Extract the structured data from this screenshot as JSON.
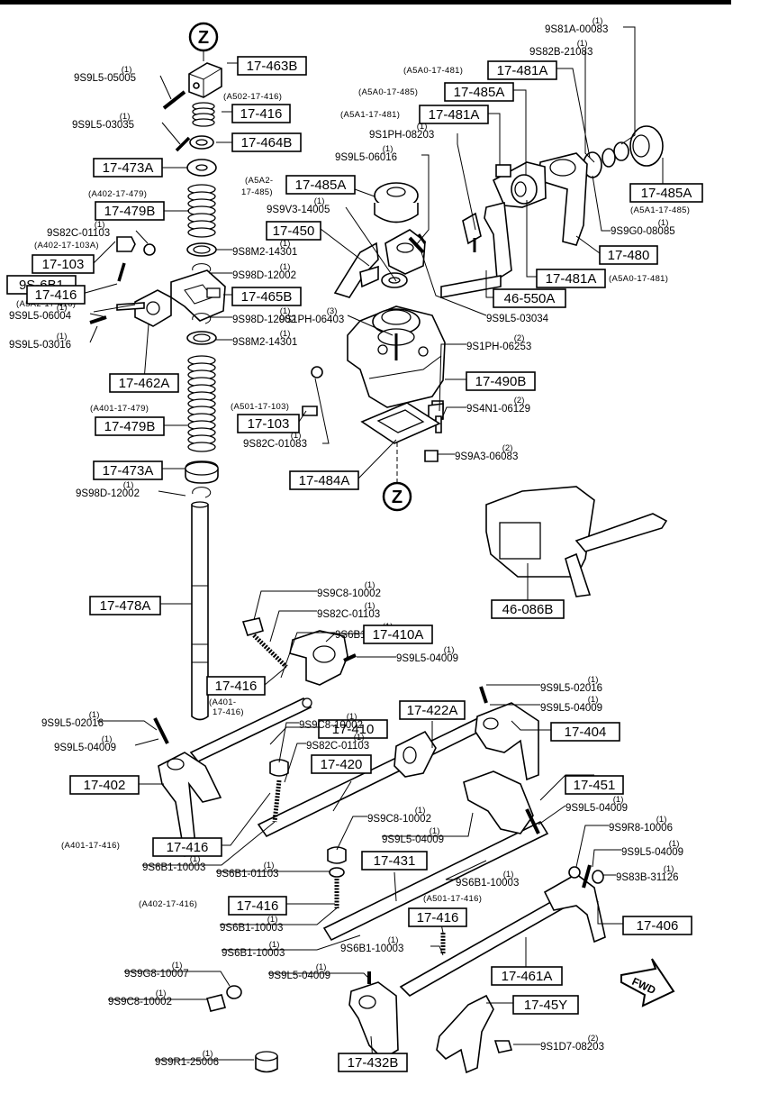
{
  "diagram": {
    "z_marker": "Z",
    "fwd_arrow": "FWD",
    "parts": [
      {
        "id": "p-9s9l5-05005",
        "text": "9S9L5-05005",
        "qty": "(1)"
      },
      {
        "id": "p-17-463b",
        "text": "17-463B"
      },
      {
        "id": "p-a502-17-416",
        "text": "(A502-17-416)"
      },
      {
        "id": "p-17-416-a",
        "text": "17-416"
      },
      {
        "id": "p-9s9l5-03035",
        "text": "9S9L5-03035",
        "qty": "(1)"
      },
      {
        "id": "p-17-464b",
        "text": "17-464B"
      },
      {
        "id": "p-17-473a-a",
        "text": "17-473A"
      },
      {
        "id": "p-a402-17-479",
        "text": "(A402-17-479)"
      },
      {
        "id": "p-17-479b-a",
        "text": "17-479B"
      },
      {
        "id": "p-9s82c-01103-a",
        "text": "9S82C-01103",
        "qty": "(1)"
      },
      {
        "id": "p-a402-17-103a",
        "text": "(A402-17-103A)"
      },
      {
        "id": "p-17-103-a",
        "text": "17-103"
      },
      {
        "id": "p-9s8m2-14301-a",
        "text": "9S8M2-14301",
        "qty": "(1)"
      },
      {
        "id": "p-9s98d-12002-a",
        "text": "9S98D-12002",
        "qty": "(1)"
      },
      {
        "id": "p-9s-6b1",
        "text": "9S-6B1"
      },
      {
        "id": "p-17-465b",
        "text": "17-465B"
      },
      {
        "id": "p-a5a2-17-416",
        "text": "(A5A2-17-416)"
      },
      {
        "id": "p-17-416-b",
        "text": "17-416"
      },
      {
        "id": "p-9s9l5-06004",
        "text": "9S9L5-06004",
        "qty": "(1)"
      },
      {
        "id": "p-9s98d-12002-b",
        "text": "9S98D-12002",
        "qty": "(1)"
      },
      {
        "id": "p-9s9l5-03016",
        "text": "9S9L5-03016",
        "qty": "(1)"
      },
      {
        "id": "p-9s8m2-14301-b",
        "text": "9S8M2-14301",
        "qty": "(1)"
      },
      {
        "id": "p-17-462a",
        "text": "17-462A"
      },
      {
        "id": "p-a401-17-479",
        "text": "(A401-17-479)"
      },
      {
        "id": "p-17-479b-b",
        "text": "17-479B"
      },
      {
        "id": "p-17-473a-b",
        "text": "17-473A"
      },
      {
        "id": "p-9s98d-12002-c",
        "text": "9S98D-12002",
        "qty": "(1)"
      },
      {
        "id": "p-17-478a",
        "text": "17-478A"
      },
      {
        "id": "p-9s81a-00083",
        "text": "9S81A-00083",
        "qty": "(1)"
      },
      {
        "id": "p-9s82b-21083",
        "text": "9S82B-21083",
        "qty": "(1)"
      },
      {
        "id": "p-a5a0-17-481-a",
        "text": "(A5A0-17-481)"
      },
      {
        "id": "p-17-481a-a",
        "text": "17-481A"
      },
      {
        "id": "p-a5a0-17-485",
        "text": "(A5A0-17-485)"
      },
      {
        "id": "p-17-485a-a",
        "text": "17-485A"
      },
      {
        "id": "p-a5a1-17-481",
        "text": "(A5A1-17-481)"
      },
      {
        "id": "p-17-481a-b",
        "text": "17-481A"
      },
      {
        "id": "p-9s1ph-08203",
        "text": "9S1PH-08203",
        "qty": "(1)"
      },
      {
        "id": "p-9s9l5-06016",
        "text": "9S9L5-06016",
        "qty": "(1)"
      },
      {
        "id": "p-17-485a-b",
        "text": "17-485A"
      },
      {
        "id": "p-a5a1-17-485",
        "text": "(A5A1-17-485)"
      },
      {
        "id": "p-a5a2-17-485-1",
        "text": "(A5A2-"
      },
      {
        "id": "p-a5a2-17-485-2",
        "text": "17-485)"
      },
      {
        "id": "p-17-485a-c",
        "text": "17-485A"
      },
      {
        "id": "p-9s9v3-14005",
        "text": "9S9V3-14005",
        "qty": "(1)"
      },
      {
        "id": "p-9s9g0-08085",
        "text": "9S9G0-08085",
        "qty": "(1)"
      },
      {
        "id": "p-17-450",
        "text": "17-450"
      },
      {
        "id": "p-17-480",
        "text": "17-480"
      },
      {
        "id": "p-17-481a-c",
        "text": "17-481A"
      },
      {
        "id": "p-a5a0-17-481-b",
        "text": "(A5A0-17-481)"
      },
      {
        "id": "p-46-550a",
        "text": "46-550A"
      },
      {
        "id": "p-9s9l5-03034",
        "text": "9S9L5-03034"
      },
      {
        "id": "p-9s1ph-06403",
        "text": "9S1PH-06403",
        "qty": "(3)"
      },
      {
        "id": "p-9s1ph-06253",
        "text": "9S1PH-06253",
        "qty": "(2)"
      },
      {
        "id": "p-17-490b",
        "text": "17-490B"
      },
      {
        "id": "p-9s4n1-06129",
        "text": "9S4N1-06129",
        "qty": "(2)"
      },
      {
        "id": "p-a501-17-103",
        "text": "(A501-17-103)"
      },
      {
        "id": "p-17-103-b",
        "text": "17-103"
      },
      {
        "id": "p-9s82c-01083",
        "text": "9S82C-01083",
        "qty": "(1)"
      },
      {
        "id": "p-9s9a3-06083",
        "text": "9S9A3-06083",
        "qty": "(2)"
      },
      {
        "id": "p-17-484a",
        "text": "17-484A"
      },
      {
        "id": "p-46-086b",
        "text": "46-086B"
      },
      {
        "id": "p-9s9c8-10002-a",
        "text": "9S9C8-10002",
        "qty": "(1)"
      },
      {
        "id": "p-9s82c-01103-b",
        "text": "9S82C-01103",
        "qty": "(1)"
      },
      {
        "id": "p-9s6b1-10003-a",
        "text": "9S6B1-10003",
        "qty": "(1)"
      },
      {
        "id": "p-17-410a",
        "text": "17-410A"
      },
      {
        "id": "p-9s9l5-04009-a",
        "text": "9S9L5-04009",
        "qty": "(1)"
      },
      {
        "id": "p-17-416-c",
        "text": "17-416"
      },
      {
        "id": "p-a401-17-416-a1",
        "text": "(A401-"
      },
      {
        "id": "p-a401-17-416-a2",
        "text": "17-416)"
      },
      {
        "id": "p-17-410",
        "text": "17-410"
      },
      {
        "id": "p-9s9l5-02016-a",
        "text": "9S9L5-02016",
        "qty": "(1)"
      },
      {
        "id": "p-9s9l5-04009-b",
        "text": "9S9L5-04009",
        "qty": "(1)"
      },
      {
        "id": "p-9s9l5-02016-b",
        "text": "9S9L5-02016",
        "qty": "(1)"
      },
      {
        "id": "p-9s9l5-04009-c",
        "text": "9S9L5-04009",
        "qty": "(1)"
      },
      {
        "id": "p-17-422a",
        "text": "17-422A"
      },
      {
        "id": "p-17-404",
        "text": "17-404"
      },
      {
        "id": "p-9s9c8-10002-b",
        "text": "9S9C8-10002",
        "qty": "(1)"
      },
      {
        "id": "p-9s82c-01103-c",
        "text": "9S82C-01103",
        "qty": "(1)"
      },
      {
        "id": "p-17-402",
        "text": "17-402"
      },
      {
        "id": "p-17-420",
        "text": "17-420"
      },
      {
        "id": "p-17-451",
        "text": "17-451"
      },
      {
        "id": "p-9s9l5-04009-d",
        "text": "9S9L5-04009",
        "qty": "(1)"
      },
      {
        "id": "p-9s9c8-10002-c",
        "text": "9S9C8-10002",
        "qty": "(1)"
      },
      {
        "id": "p-a401-17-416-b",
        "text": "(A401-17-416)"
      },
      {
        "id": "p-17-416-d",
        "text": "17-416"
      },
      {
        "id": "p-9s9l5-04009-e",
        "text": "9S9L5-04009",
        "qty": "(1)"
      },
      {
        "id": "p-9s9r8-10006",
        "text": "9S9R8-10006",
        "qty": "(1)"
      },
      {
        "id": "p-9s6b1-10003-b",
        "text": "9S6B1-10003",
        "qty": "(1)"
      },
      {
        "id": "p-17-431",
        "text": "17-431"
      },
      {
        "id": "p-9s9l5-04009-f",
        "text": "9S9L5-04009",
        "qty": "(1)"
      },
      {
        "id": "p-9s6b1-01103",
        "text": "9S6B1-01103",
        "qty": "(1)"
      },
      {
        "id": "p-9s6b1-10003-c",
        "text": "9S6B1-10003",
        "qty": "(1)"
      },
      {
        "id": "p-9s83b-31126",
        "text": "9S83B-31126",
        "qty": "(1)"
      },
      {
        "id": "p-a402-17-416",
        "text": "(A402-17-416)"
      },
      {
        "id": "p-17-416-e",
        "text": "17-416"
      },
      {
        "id": "p-a501-17-416",
        "text": "(A501-17-416)"
      },
      {
        "id": "p-17-416-f",
        "text": "17-416"
      },
      {
        "id": "p-17-406",
        "text": "17-406"
      },
      {
        "id": "p-9s6b1-10003-d",
        "text": "9S6B1-10003",
        "qty": "(1)"
      },
      {
        "id": "p-9s6b1-10003-e",
        "text": "9S6B1-10003",
        "qty": "(1)"
      },
      {
        "id": "p-9s6b1-10003-f",
        "text": "9S6B1-10003",
        "qty": "(1)"
      },
      {
        "id": "p-9s9g8-10007",
        "text": "9S9G8-10007",
        "qty": "(1)"
      },
      {
        "id": "p-9s9l5-04009-g",
        "text": "9S9L5-04009",
        "qty": "(1)"
      },
      {
        "id": "p-17-461a",
        "text": "17-461A"
      },
      {
        "id": "p-9s9c8-10002-d",
        "text": "9S9C8-10002",
        "qty": "(1)"
      },
      {
        "id": "p-17-45y",
        "text": "17-45Y"
      },
      {
        "id": "p-9s1d7-08203",
        "text": "9S1D7-08203",
        "qty": "(2)"
      },
      {
        "id": "p-9s9r1-25006",
        "text": "9S9R1-25006",
        "qty": "(1)"
      },
      {
        "id": "p-17-432b",
        "text": "17-432B"
      }
    ]
  }
}
